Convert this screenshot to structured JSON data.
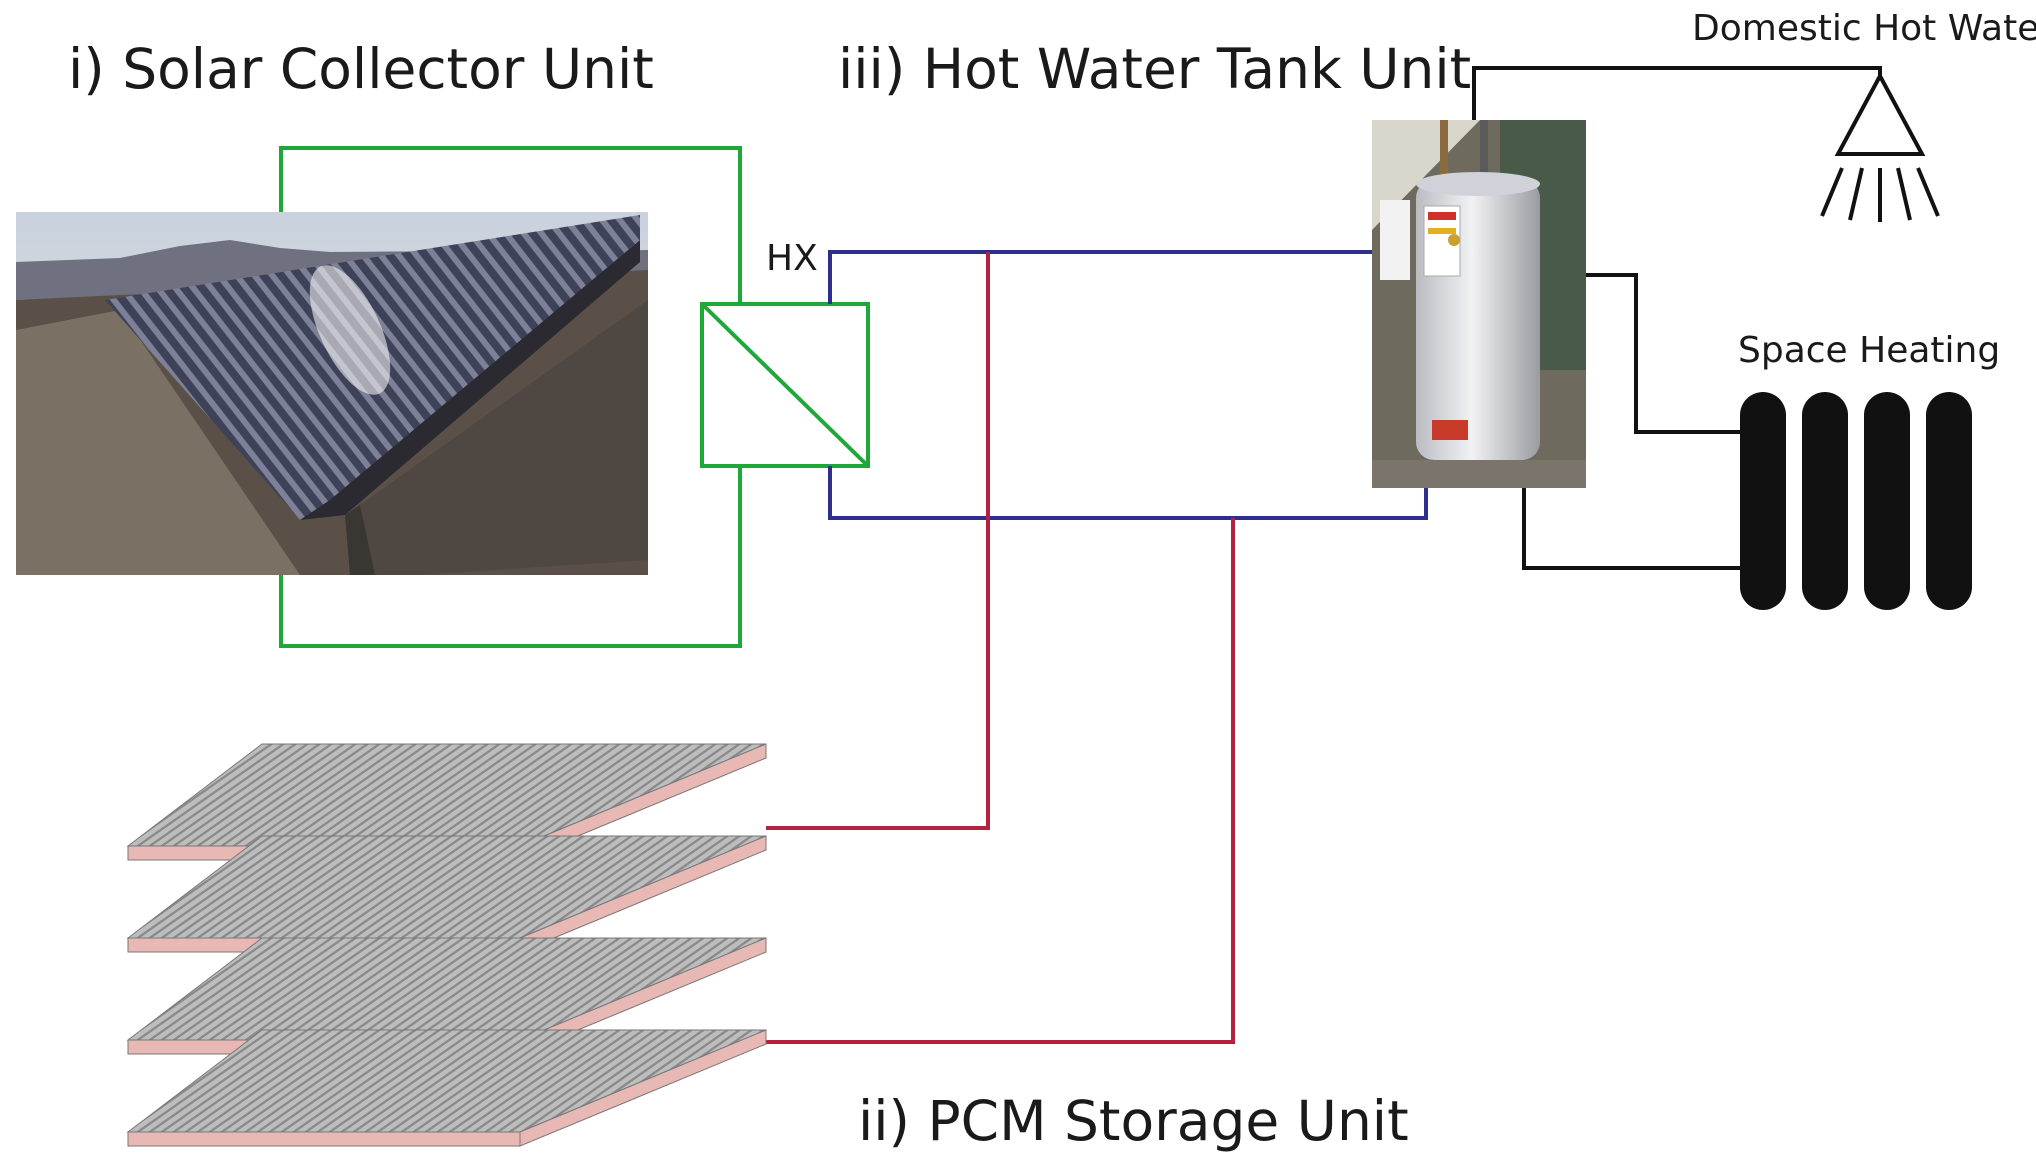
{
  "labels": {
    "solar_collector_unit": "i) Solar Collector Unit",
    "pcm_storage_unit": "ii) PCM Storage Unit",
    "hot_water_tank_unit": "iii) Hot Water Tank Unit",
    "heat_exchanger": "HX",
    "domestic_hot_water": "Domestic Hot Water",
    "space_heating": "Space Heating"
  },
  "colors": {
    "solar_loop": "#1fa83a",
    "tank_loop": "#2e2e8c",
    "pcm_loop": "#b3213f",
    "load_loop": "#111111",
    "pcm_plate_edge": "#e8b8b4",
    "pcm_plate_top": "#9a9a9a"
  },
  "icons": [
    "solar-collector-photo",
    "heat-exchanger-icon",
    "hot-water-tank-photo",
    "shower-head-icon",
    "radiator-icon",
    "pcm-plate-icon"
  ]
}
